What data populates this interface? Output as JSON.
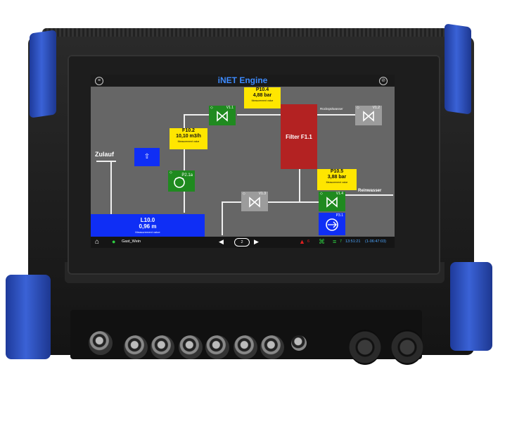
{
  "screen": {
    "title": "iNET Engine",
    "menu_icon": "menu-icon",
    "settings_icon": "compass-icon"
  },
  "process": {
    "p_top": {
      "name": "P10.4",
      "value": "4,88 bar",
      "caption": "Measurement value"
    },
    "flow": {
      "name": "F10.2",
      "value": "10,10 m3/h",
      "caption": "Measurement value"
    },
    "p_right": {
      "name": "P10.5",
      "value": "3,88 bar",
      "caption": "Measurement value"
    },
    "level": {
      "name": "L10.0",
      "value": "0,96 m",
      "caption": "Measurement value"
    },
    "filter_label": "Filter F1.1",
    "zulauf_label": "Zulauf",
    "reinwasser_label": "Reinwasser",
    "rueck_label": "Rückspülwasser",
    "valves": {
      "v_top_left": "V1.1",
      "v_top_right": "V1.2",
      "v_mid": "V1.3",
      "v_right": "V1.4"
    },
    "pumps": {
      "pump_left": "P2.1a",
      "pump_right": "P3.1"
    }
  },
  "statusbar": {
    "user": "Gast_Wein",
    "page": "2",
    "alarm_count": "6",
    "network_count": "7",
    "time": "13:51:21",
    "uptime": "(1-06:47:03)"
  },
  "colors": {
    "title": "#3d8bff",
    "tag": "#ffe600",
    "valve_active": "#1f8a1f",
    "valve_inactive": "#9c9c9c",
    "filter": "#b32222",
    "level": "#0f2ef5",
    "bracket": "#3a62d6"
  }
}
